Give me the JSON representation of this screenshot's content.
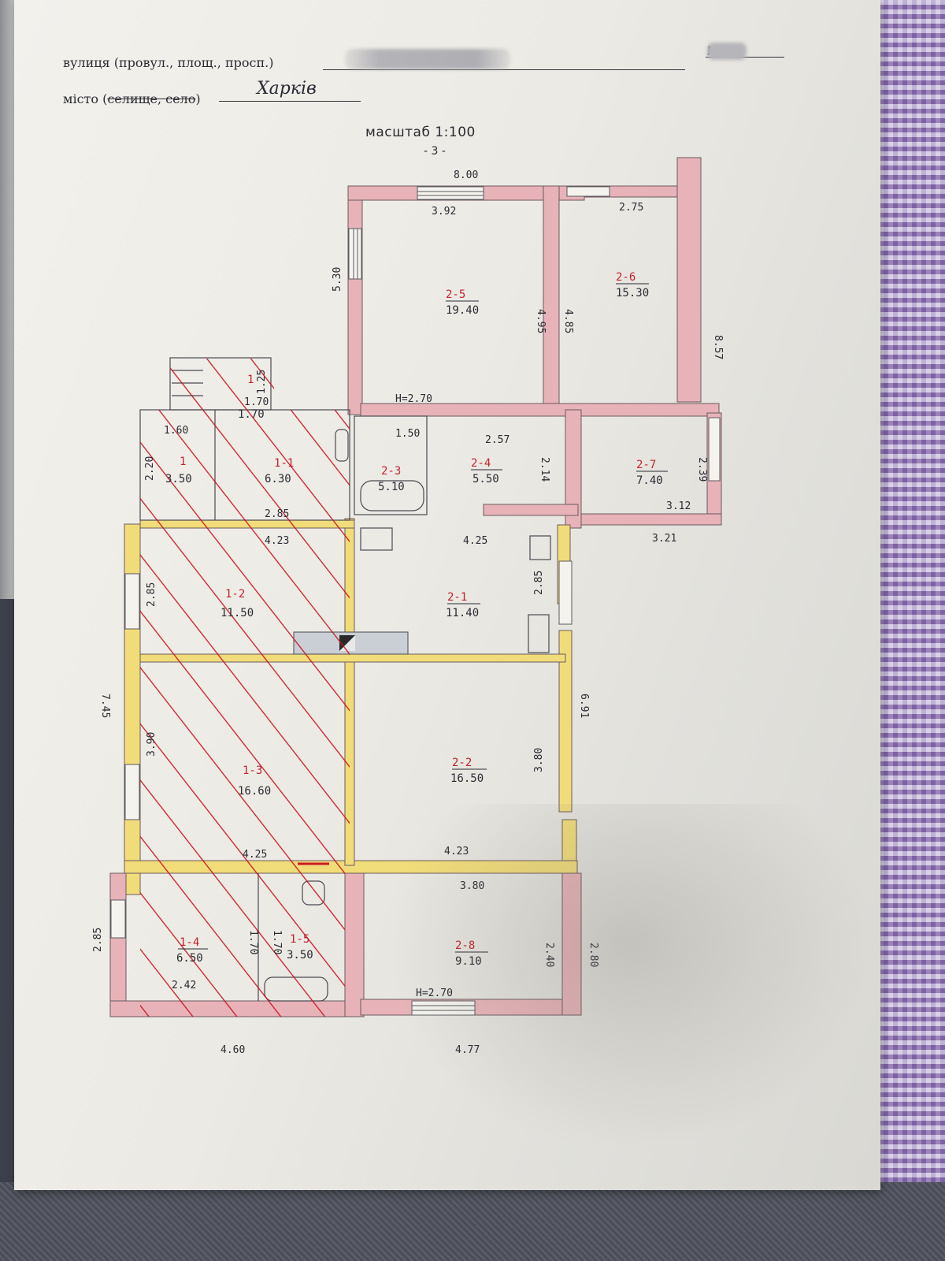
{
  "header": {
    "street_label": "вулиця (провул., площ., просп.)",
    "number_label": "№",
    "city_label_start": "місто (",
    "city_struck": "селище, село",
    "city_label_end": ")",
    "city_value": "Харків"
  },
  "scale_label": "масштаб 1:100",
  "sheet_number": "- 3 -",
  "colors": {
    "wall_pink": "#e7b3b8",
    "wall_yellow": "#f1dc7a",
    "hatch_red": "#c8101e",
    "ink": "#2b2b33"
  },
  "rooms": [
    {
      "id": "2-5",
      "area": "19.40"
    },
    {
      "id": "2-6",
      "area": "15.30"
    },
    {
      "id": "1-1",
      "area": "6.30"
    },
    {
      "id": "2-3",
      "area": "5.10"
    },
    {
      "id": "2-4",
      "area": "5.50"
    },
    {
      "id": "2-7",
      "area": "7.40"
    },
    {
      "id": "1-2",
      "area": "11.50"
    },
    {
      "id": "2-1",
      "area": "11.40"
    },
    {
      "id": "1-3",
      "area": "16.60"
    },
    {
      "id": "2-2",
      "area": "16.50"
    },
    {
      "id": "1-4",
      "area": "6.50"
    },
    {
      "id": "1-5",
      "area": "3.50"
    },
    {
      "id": "2-8",
      "area": "9.10"
    },
    {
      "id": "1",
      "area": "3.50"
    },
    {
      "id": "1",
      "area": "1.70"
    }
  ],
  "dims": {
    "top_total": "8.00",
    "r25_width": "3.92",
    "r26_width": "2.75",
    "left_upper": "5.30",
    "r25_height": "4.95",
    "r26_height": "4.85",
    "right_upper": "8.57",
    "ceiling_top": "H=2.70",
    "stair_h": "1.25",
    "stair_w": "1.70",
    "porch_w": "1.60",
    "porch_h": "2.20",
    "r23_w": "1.50",
    "r24_w": "2.57",
    "r24_h": "2.14",
    "r27_h": "2.39",
    "r27_w": "3.12",
    "r27_outer": "3.21",
    "hall_w": "2.85",
    "r12_w": "4.23",
    "r21_w": "4.25",
    "r12_h": "2.85",
    "r21_h": "2.85",
    "left_total": "7.45",
    "right_mid": "6.91",
    "r13_h": "3.90",
    "r22_h": "3.80",
    "r13_w": "4.25",
    "r22_w": "4.23",
    "r28_w": "3.80",
    "left_bottom": "2.85",
    "r28_h": "2.40",
    "right_bottom": "2.80",
    "r14_w": "2.42",
    "ceiling_bottom": "H=2.70",
    "bottom_left": "4.60",
    "bottom_right": "4.77",
    "r15_h": "1.70",
    "r14_side": "1.70"
  }
}
